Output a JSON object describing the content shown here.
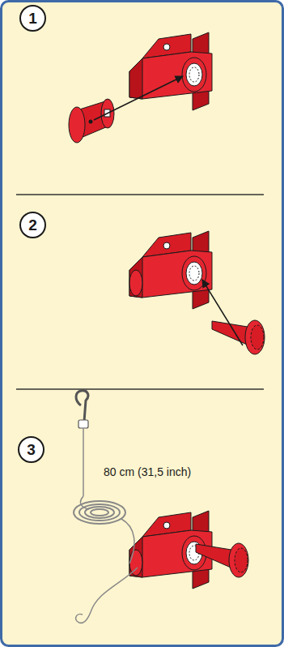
{
  "diagram": {
    "nodes": [
      {
        "text": [
          "1"
        ]
      },
      {
        "text": [
          "2"
        ]
      },
      {
        "text": [
          "3"
        ]
      }
    ],
    "labels": [
      "80 cm (31,5 inch)"
    ]
  }
}
